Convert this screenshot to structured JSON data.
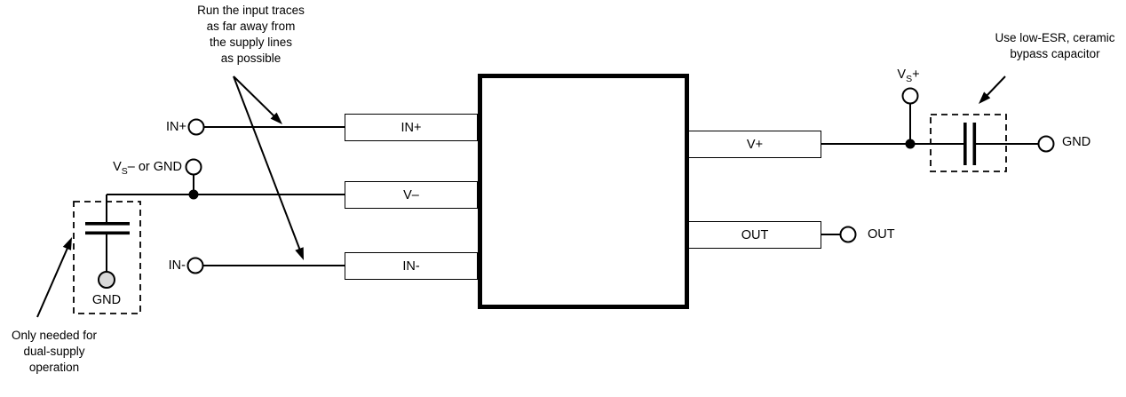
{
  "figure": {
    "description": "Op-amp PCB layout example diagram"
  },
  "notes": {
    "input_traces": "Run the input traces\nas far away from\nthe supply lines\nas possible",
    "dual_supply": "Only needed for\ndual-supply\noperation",
    "bypass_capacitor": "Use low-ESR, ceramic\nbypass capacitor"
  },
  "pads": {
    "in_plus": "IN+",
    "v_minus": "V–",
    "in_minus": "IN-",
    "v_plus": "V+",
    "out": "OUT"
  },
  "terminals": {
    "in_plus": "IN+",
    "vs_minus": {
      "v": "V",
      "sub": "S",
      "rest": "– or GND"
    },
    "in_minus": "IN-",
    "gnd_left": "GND",
    "vs_plus": {
      "v": "V",
      "sub": "S",
      "rest": "+"
    },
    "gnd_right": "GND",
    "out": "OUT"
  },
  "colors": {
    "line": "#000000",
    "background": "#ffffff",
    "terminal_fill": "#ffffff",
    "gnd_left_fill": "#d9d9d9"
  }
}
